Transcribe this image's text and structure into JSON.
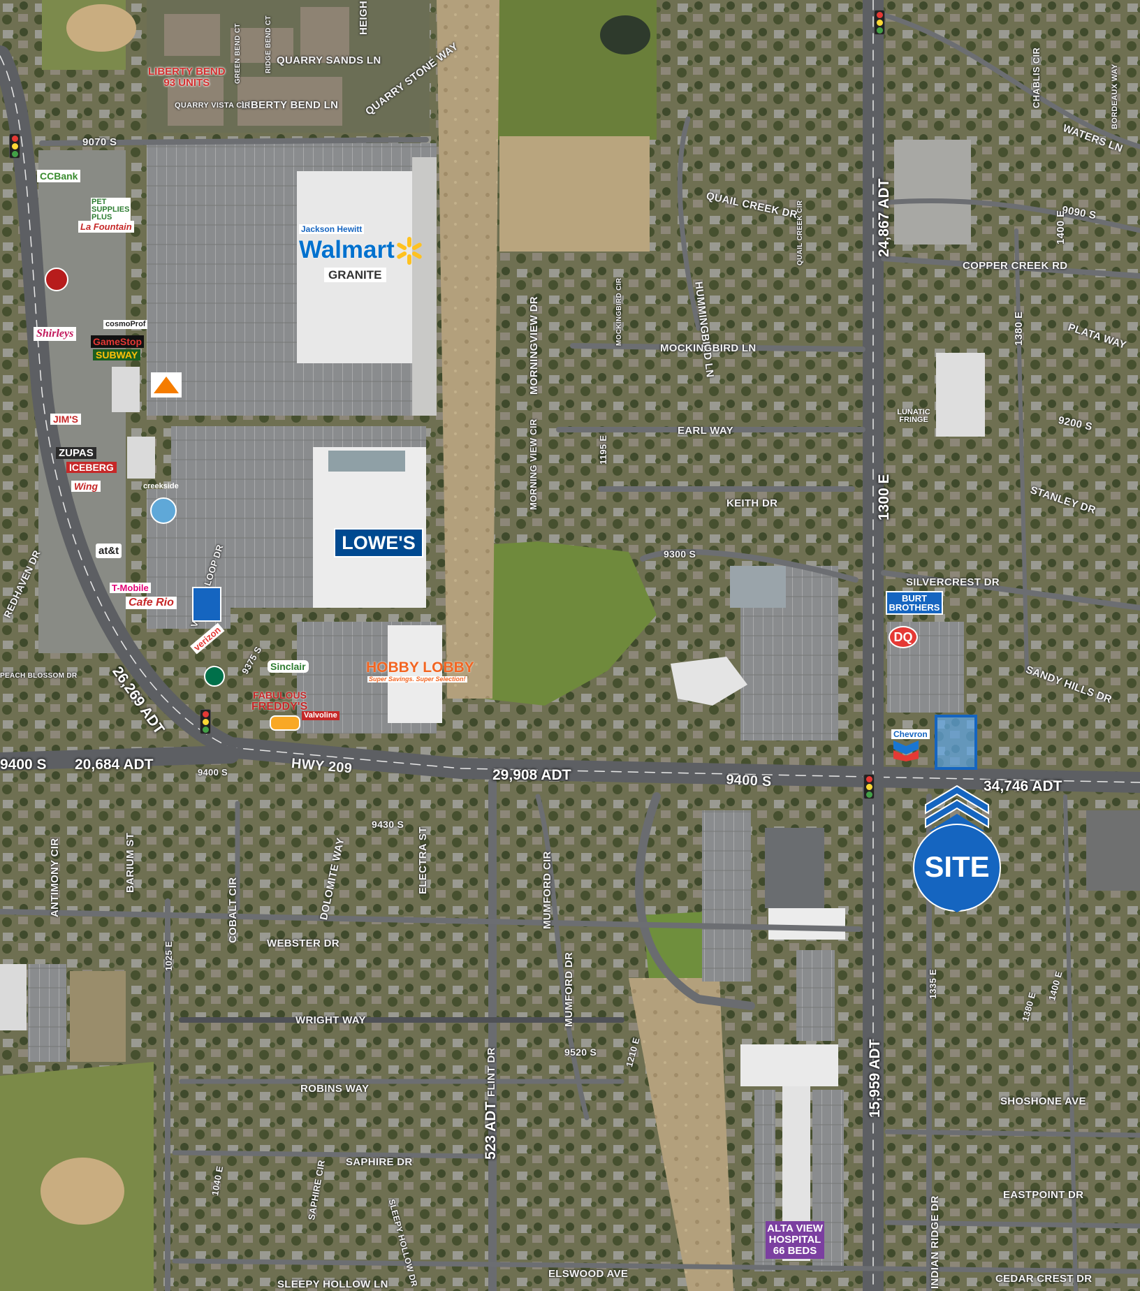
{
  "streets": {
    "quarry_sands": "QUARRY SANDS LN",
    "liberty_bend_ln": "LIBERTY BEND LN",
    "quarry_stone": "QUARRY STONE WAY",
    "quarry_vista": "QUARRY VISTA CIR",
    "green_bend": "GREEN BEND CT",
    "ridge_bend": "RIDGE BEND CT",
    "height": "HEIGH",
    "s9070": "9070 S",
    "quail_creek": "QUAIL CREEK DR",
    "hummingbird_ln": "HUMMINGBIRD LN",
    "quail_creek_cir": "QUAIL CREEK CIR",
    "waters": "WATERS LN",
    "chablis": "CHABLIS CIR",
    "bordeaux": "BORDEAUX WAY",
    "s9090": "9090 S",
    "e1400_top": "1400 E",
    "copper_creek": "COPPER CREEK RD",
    "e1380_top": "1380 E",
    "plata": "PLATA WAY",
    "morningview_dr": "MORNINGVIEW DR",
    "mockingbird_cir": "MOCKINGBIRD CIR",
    "mockingbird_ln": "MOCKINGBIRD LN",
    "s9200": "9200 S",
    "earl": "EARL WAY",
    "morning_view_cir": "MORNING VIEW CIR",
    "e1195": "1195 E",
    "keith": "KEITH DR",
    "stanley": "STANLEY DR",
    "e1300": "1300 E",
    "s9300": "9300 S",
    "silvercrest": "SILVERCREST DR",
    "sandy_hills": "SANDY HILLS DR",
    "redhaven": "REDHAVEN DR",
    "village_loop": "VILLAGE LOOP DR",
    "s9375": "9375 S",
    "peach_blossom": "PEACH BLOSSOM DR",
    "hwy209": "HWY 209",
    "s9400_main": "9400 S",
    "s9400_small": "9400 S",
    "s9400_left": "9400 S",
    "s9430": "9430 S",
    "antimony": "ANTIMONY CIR",
    "barium": "BARIUM ST",
    "cobalt": "COBALT CIR",
    "dolomite": "DOLOMITE WAY",
    "electra": "ELECTRA ST",
    "mumford_cir": "MUMFORD CIR",
    "webster": "WEBSTER DR",
    "e1025": "1025 E",
    "mumford_dr": "MUMFORD DR",
    "wright": "WRIGHT WAY",
    "s9520": "9520 S",
    "e1210": "1210 E",
    "flint": "FLINT DR",
    "robins": "ROBINS WAY",
    "saphire_dr": "SAPHIRE DR",
    "saphire_cir": "SAPHIRE CIR",
    "e1040": "1040 E",
    "sleepy_hollow_dr": "SLEEPY HOLLOW DR",
    "sleepy_hollow_ln": "SLEEPY HOLLOW LN",
    "elswood": "ELSWOOD AVE",
    "e1335": "1335 E",
    "e1380_bot": "1380 E",
    "e1400_bot": "1400 E",
    "shoshone": "SHOSHONE AVE",
    "indian_ridge": "INDIAN RIDGE DR",
    "eastpoint": "EASTPOINT DR",
    "cedar_crest": "CEDAR CREST DR"
  },
  "traffic": {
    "adt_24867": "24,867 ADT",
    "adt_26269": "26,269 ADT",
    "adt_9400s_left": "9400 S",
    "adt_20684": "20,684 ADT",
    "adt_29908": "29,908 ADT",
    "adt_34746": "34,746 ADT",
    "adt_523": "523 ADT",
    "adt_15959": "15,959 ADT"
  },
  "callouts": {
    "liberty_bend_line1": "LIBERTY BEND",
    "liberty_bend_line2": "93 UNITS",
    "alta_view_line1": "ALTA VIEW",
    "alta_view_line2": "HOSPITAL",
    "alta_view_line3": "66 BEDS"
  },
  "site": {
    "label": "SITE"
  },
  "retailers": {
    "ccbank": "CCBank",
    "pet_supplies": "PET SUPPLIES PLUS",
    "la_fountain": "La Fountain",
    "shirleys": "Shirleys",
    "cosmo": "cosmoProf",
    "gamestop": "GameStop",
    "subway": "SUBWAY",
    "jims": "JIM'S",
    "zupas": "ZUPAS",
    "iceberg": "ICEBERG",
    "wing": "Wing",
    "creekside": "creekside",
    "att": "at&t",
    "tmobile": "T-Mobile",
    "cafe_rio": "Cafe Rio",
    "verizon": "verizon",
    "jackson_hewitt": "Jackson Hewitt",
    "walmart": "Walmart",
    "granite": "GRANITE",
    "lowes": "LOWE'S",
    "hobby_lobby": "HOBBY LOBBY",
    "hobby_tagline": "Super Savings. Super Selection!",
    "sinclair": "Sinclair",
    "fabulous": "FABULOUS",
    "freddys": "FREDDY'S",
    "valvoline": "Valvoline",
    "burt_line1": "BURT",
    "burt_line2": "BROTHERS",
    "dq": "DQ",
    "chevron": "Chevron",
    "lunatic": "LUNATIC FRINGE"
  },
  "colors": {
    "site_blue": "#1565c0",
    "walmart_blue": "#0071ce",
    "walmart_spark": "#ffc220",
    "lowes_blue": "#004990",
    "hobby_orange": "#f26522",
    "callout_red": "#d32f2f",
    "callout_purple": "#7b3fa0"
  }
}
